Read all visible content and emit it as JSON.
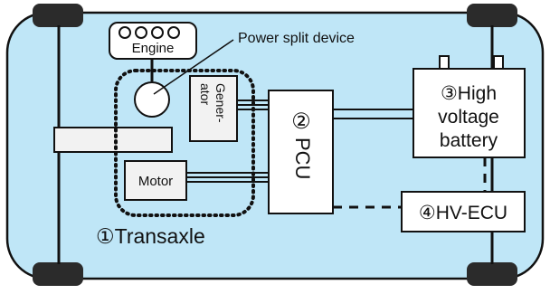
{
  "colors": {
    "body_fill": "#bfe6f7",
    "outline": "#111111",
    "box_fill": "#ffffff",
    "component_fill": "#f2f2f2",
    "tire": "#2b2b2b"
  },
  "labels": {
    "engine": "Engine",
    "power_split_device": "Power split device",
    "generator_line1": "Gener-",
    "generator_line2": "ator",
    "motor": "Motor",
    "pcu_number": "②",
    "pcu": "PCU",
    "battery_line1": "③High",
    "battery_line2": "voltage",
    "battery_line3": "battery",
    "hv_ecu": "④HV-ECU",
    "transaxle": "①Transaxle"
  }
}
